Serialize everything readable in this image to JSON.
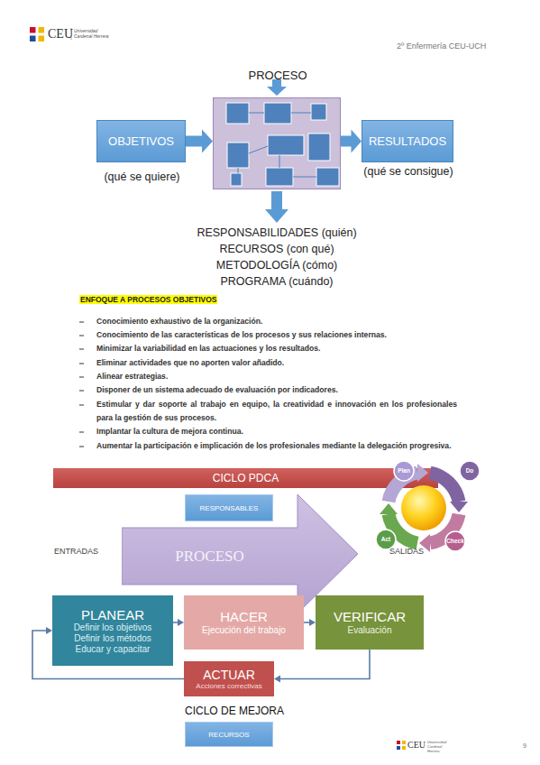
{
  "diagram": {
    "nodes": [
      {
        "text": [
          "OBJETIVOS",
          "(qué se quiere)"
        ]
      },
      {
        "text": [
          "PROCESO"
        ]
      },
      {
        "text": [
          "RESULTADOS",
          "(qué se consigue)"
        ]
      },
      {
        "text": [
          "CICLO PDCA"
        ]
      },
      {
        "text": [
          "RESPONSABLES"
        ]
      },
      {
        "text": [
          "PROCESO"
        ]
      },
      {
        "text": [
          "PLANEAR",
          "Definir los objetivos",
          "Definir los métodos",
          "Educar y capacitar"
        ]
      },
      {
        "text": [
          "HACER",
          "Ejecución del trabajo"
        ]
      },
      {
        "text": [
          "VERIFICAR",
          "Evaluación"
        ]
      },
      {
        "text": [
          "ACTUAR",
          "Acciones correctivas"
        ]
      },
      {
        "text": [
          "RECURSOS"
        ]
      }
    ],
    "edges": [
      {
        "from": 0,
        "to": 1,
        "arrow": "to"
      },
      {
        "from": 1,
        "to": 2,
        "arrow": "to"
      },
      {
        "from": 6,
        "to": 7,
        "arrow": "to"
      },
      {
        "from": 7,
        "to": 8,
        "arrow": "to"
      },
      {
        "from": 8,
        "to": 9,
        "arrow": "to"
      },
      {
        "from": 9,
        "to": 6,
        "arrow": "to"
      }
    ],
    "labels": [
      "CEU",
      "Universidad Cardenal Herrera",
      "2º Enfermería CEU-UCH",
      "RESPONSABILIDADES (quién)",
      "RECURSOS (con qué)",
      "METODOLOGÍA (cómo)",
      "PROGRAMA (cuándo)",
      "ENFOQUE A PROCESOS OBJETIVOS",
      "Conocimiento exhaustivo de la organización.",
      "Conocimiento de las características de los procesos y sus relaciones internas.",
      "Minimizar la variabilidad en las actuaciones y los resultados.",
      "Eliminar actividades que no aporten valor añadido.",
      "Alinear estrategias.",
      "Disponer de un sistema adecuado de evaluación por indicadores.",
      "Estimular y dar soporte al trabajo en equipo, la creatividad e innovación en los profesionales para la gestión de sus procesos.",
      "Implantar la cultura de mejora continua.",
      "Aumentar la participación e implicación de los profesionales mediante la delegación progresiva.",
      "ENTRADAS",
      "SALIDAS",
      "Plan",
      "Do",
      "Check",
      "Act",
      "CICLO DE MEJORA",
      "CEU",
      "Universidad Cardenal Herrera",
      "9"
    ]
  }
}
